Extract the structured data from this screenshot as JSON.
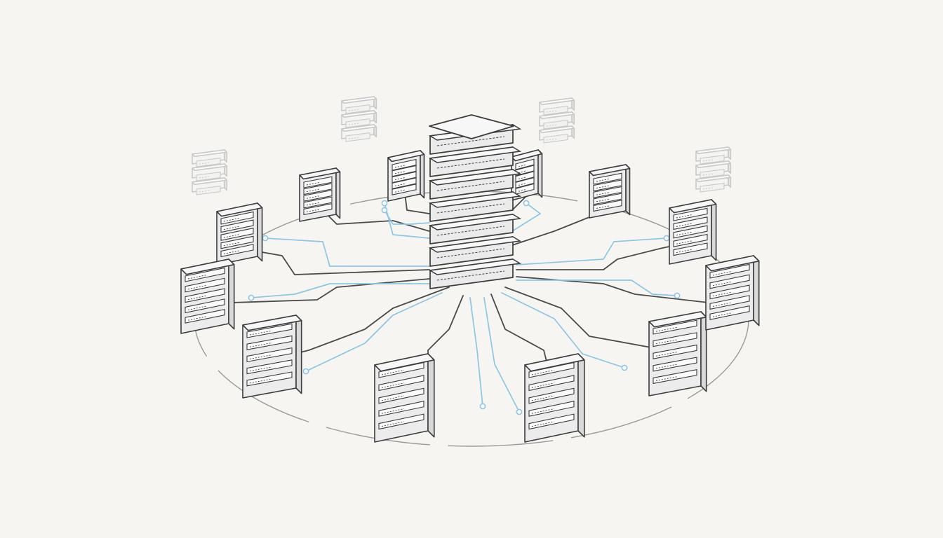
{
  "diagram": {
    "type": "star-network",
    "hub": {
      "icon": "central-server-stack-icon",
      "layers": 7
    },
    "peripheral_servers": 12,
    "ghost_server_stacks": 4,
    "colors": {
      "background": "#f6f5f1",
      "outline": "#3c3c3c",
      "data_link": "#8cc6e6",
      "power_link": "#4a4a4a",
      "ghost": "#c9c9c9",
      "face_light": "#f3f3f3",
      "face_dark": "#d9d9d9"
    }
  }
}
